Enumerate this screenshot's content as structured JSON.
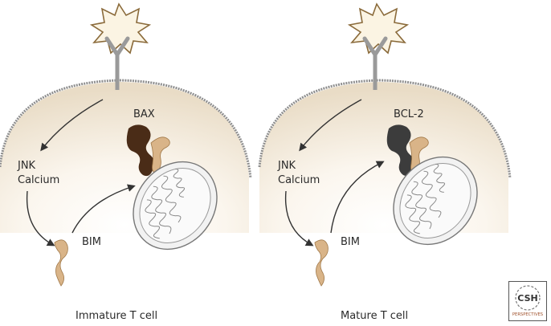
{
  "panels": [
    {
      "protein_label": "BAX",
      "signal_label_1": "JNK",
      "signal_label_2": "Calcium",
      "bim_label": "BIM",
      "caption": "Immature T cell",
      "protein_color": "#4a2c17"
    },
    {
      "protein_label": "BCL-2",
      "signal_label_1": "JNK",
      "signal_label_2": "Calcium",
      "bim_label": "BIM",
      "caption": "Mature T cell",
      "protein_color": "#3c3c3c"
    }
  ],
  "colors": {
    "cytoplasm": "#efe3cf",
    "membrane": "#8e8e8e",
    "ligand": "#fbf4e3",
    "ligand_stroke": "#8a6a3a",
    "bim": "#d9b488",
    "mitochondrion": "#ececec"
  },
  "logo": {
    "line1": "CSH",
    "line2": "PERSPECTIVES"
  }
}
